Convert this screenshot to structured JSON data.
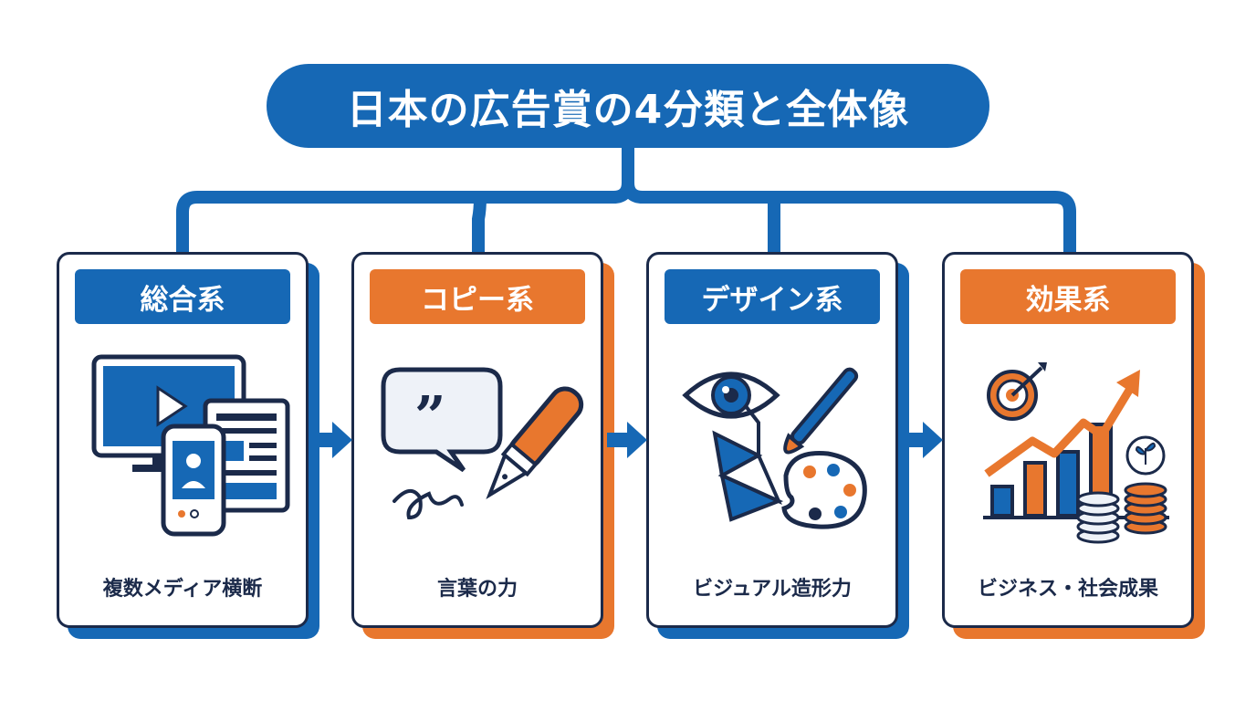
{
  "title": "日本の広告賞の4分類と全体像",
  "colors": {
    "blue": "#1668b5",
    "orange": "#e8772e",
    "navy": "#1b2a4a"
  },
  "categories": [
    {
      "label": "総合系",
      "caption": "複数メディア横断",
      "accent": "blue",
      "icon": "multi-media-icon"
    },
    {
      "label": "コピー系",
      "caption": "言葉の力",
      "accent": "orange",
      "icon": "speech-bubble-pen-icon"
    },
    {
      "label": "デザイン系",
      "caption": "ビジュアル造形力",
      "accent": "blue",
      "icon": "eye-palette-icon"
    },
    {
      "label": "効果系",
      "caption": "ビジネス・社会成果",
      "accent": "orange",
      "icon": "growth-chart-icon"
    }
  ]
}
